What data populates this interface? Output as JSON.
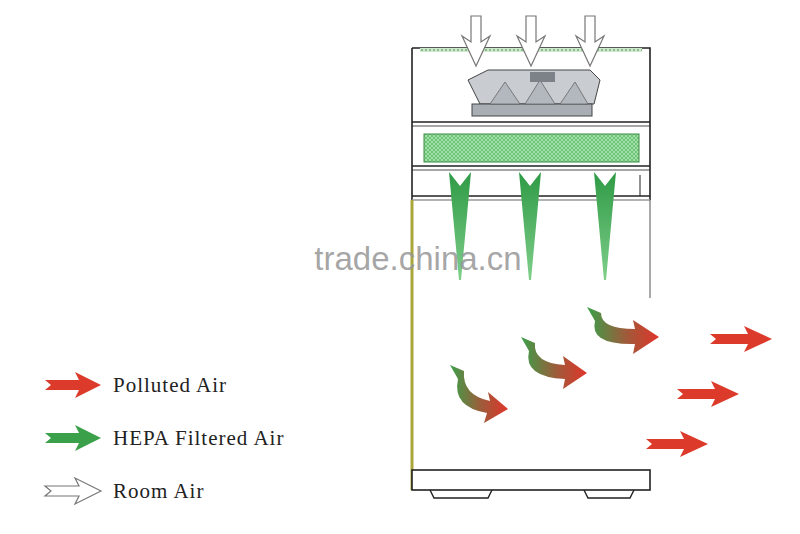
{
  "diagram": {
    "labels": [
      "trade.china.cn"
    ],
    "legend": [
      {
        "text": "Polluted Air"
      },
      {
        "text": "HEPA Filtered Air"
      },
      {
        "text": "Room Air"
      }
    ]
  }
}
